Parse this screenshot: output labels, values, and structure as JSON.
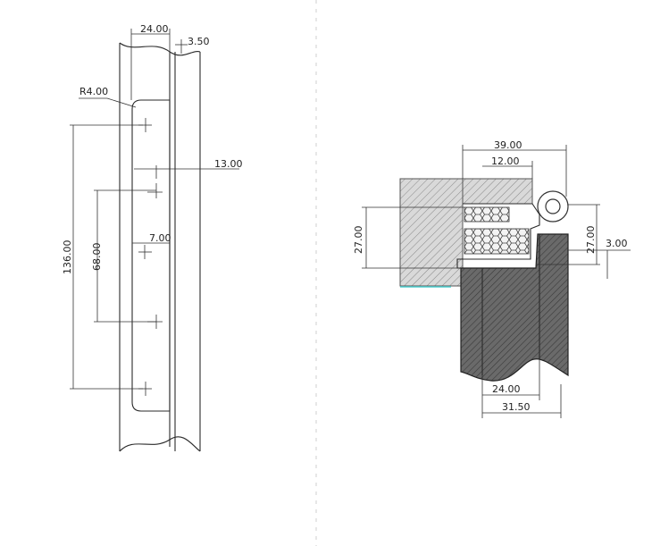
{
  "left_view": {
    "dims": {
      "width_top": "24.00",
      "offset_top": "3.50",
      "radius": "R4.00",
      "hole_offset": "13.00",
      "small_offset": "7.00",
      "height_outer": "136.00",
      "height_inner": "68.00"
    }
  },
  "right_view": {
    "dims": {
      "width_outer": "39.00",
      "width_inner": "12.00",
      "height_left": "27.00",
      "height_right": "27.00",
      "gap": "3.00",
      "base_inner": "24.00",
      "base_outer": "31.50"
    }
  },
  "colors": {
    "line": "#2a2a2a",
    "hatch_light": "#8a8a8a",
    "door_fill": "#555555",
    "accent": "#4fd1d1"
  }
}
